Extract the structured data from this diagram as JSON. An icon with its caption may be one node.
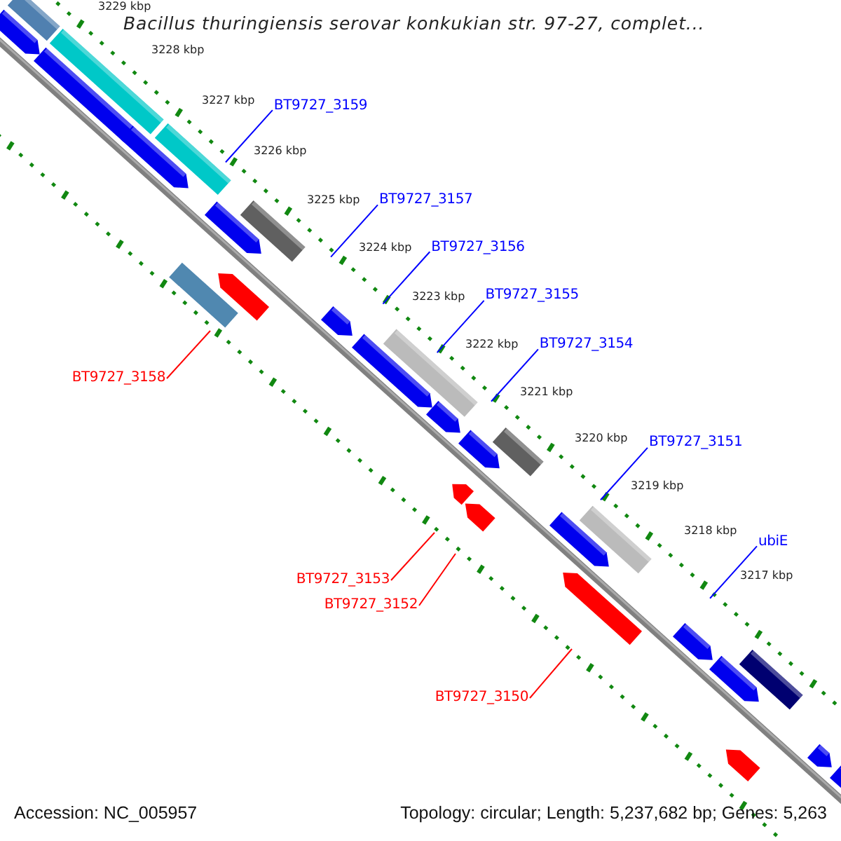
{
  "diagram": {
    "title": "Bacillus thuringiensis serovar konkukian str. 97-27, complet...",
    "nodes": [
      {
        "text": [
          "BT9727_3159"
        ]
      },
      {
        "text": [
          "BT9727_3157"
        ]
      },
      {
        "text": [
          "BT9727_3156"
        ]
      },
      {
        "text": [
          "BT9727_3155"
        ]
      },
      {
        "text": [
          "BT9727_3154"
        ]
      },
      {
        "text": [
          "BT9727_3158"
        ]
      },
      {
        "text": [
          "BT9727_3151"
        ]
      },
      {
        "text": [
          "ubiE"
        ]
      },
      {
        "text": [
          "BT9727_3153"
        ]
      },
      {
        "text": [
          "BT9727_3152"
        ]
      },
      {
        "text": [
          "BT9727_3150"
        ]
      }
    ],
    "edges": [
      {
        "from": 0,
        "to": null,
        "arrow": "none"
      },
      {
        "from": 1,
        "to": null,
        "arrow": "none"
      },
      {
        "from": 2,
        "to": null,
        "arrow": "none"
      },
      {
        "from": 3,
        "to": null,
        "arrow": "none"
      },
      {
        "from": 4,
        "to": null,
        "arrow": "none"
      },
      {
        "from": 5,
        "to": null,
        "arrow": "none",
        "color": "#ff0000"
      },
      {
        "from": 6,
        "to": null,
        "arrow": "none"
      },
      {
        "from": 7,
        "to": null,
        "arrow": "none"
      },
      {
        "from": 8,
        "to": null,
        "arrow": "none",
        "color": "#ff0000"
      },
      {
        "from": 9,
        "to": null,
        "arrow": "none",
        "color": "#ff0000"
      },
      {
        "from": 10,
        "to": null,
        "arrow": "none",
        "color": "#ff0000"
      }
    ],
    "labels": [
      "3229 kbp",
      "3228 kbp",
      "3227 kbp",
      "3226 kbp",
      "3225 kbp",
      "3224 kbp",
      "3223 kbp",
      "3222 kbp",
      "3221 kbp",
      "3220 kbp",
      "3219 kbp",
      "3218 kbp",
      "3217 kbp",
      "Accession: NC_005957",
      "Topology: circular; Length: 5,237,682 bp; Genes: 5,263"
    ]
  }
}
